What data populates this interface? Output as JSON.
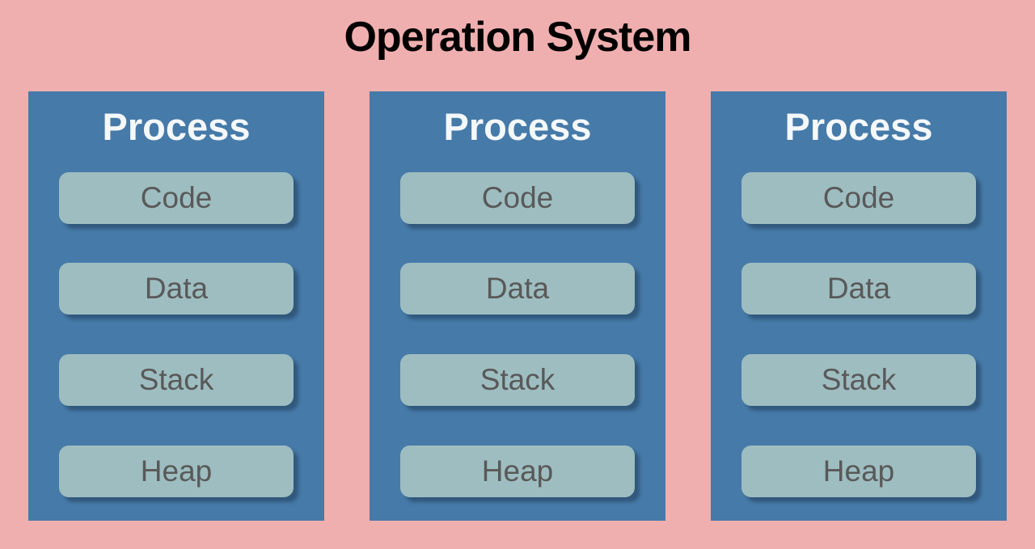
{
  "title": "Operation System",
  "colors": {
    "background": "#F0AFAF",
    "process_box": "#467AA8",
    "segment_box": "#9EBDC0",
    "segment_text": "#595959",
    "process_title_text": "#F4F8FA",
    "title_text": "#000000"
  },
  "processes": [
    {
      "label": "Process",
      "segments": [
        "Code",
        "Data",
        "Stack",
        "Heap"
      ]
    },
    {
      "label": "Process",
      "segments": [
        "Code",
        "Data",
        "Stack",
        "Heap"
      ]
    },
    {
      "label": "Process",
      "segments": [
        "Code",
        "Data",
        "Stack",
        "Heap"
      ]
    }
  ]
}
